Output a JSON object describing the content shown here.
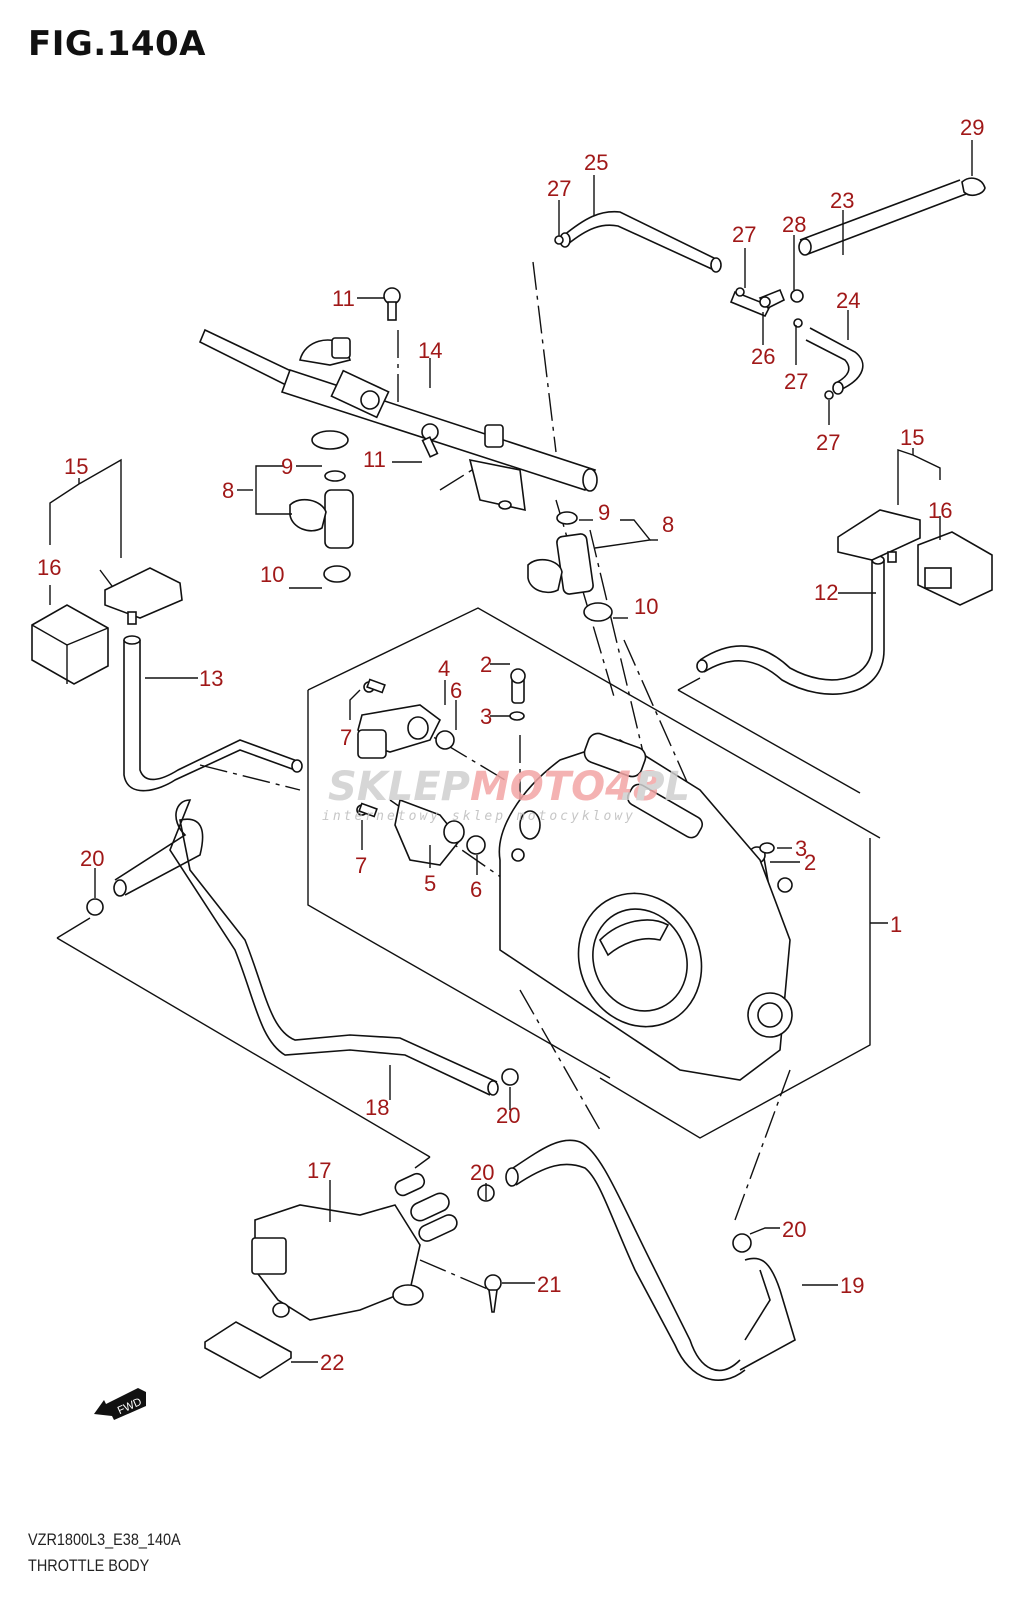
{
  "figure": {
    "title": "FIG.140A",
    "code": "VZR1800L3_E38_140A",
    "name": "THROTTLE BODY"
  },
  "colors": {
    "label": "#a01818",
    "line": "#111111",
    "watermark_grey": "#c8c8c8",
    "watermark_red": "#f2a0a0"
  },
  "watermark": {
    "text_grey": "SKLEP",
    "text_red": "MOTO48",
    "text_tail": ".PL",
    "subtitle": "internetowy sklep motocyklowy"
  },
  "direction_badge": {
    "icon": "fwd-arrow-icon",
    "text": "FWD"
  },
  "callouts": [
    {
      "id": "c1",
      "number": "1",
      "part": "throttle body assembly"
    },
    {
      "id": "c2a",
      "number": "2",
      "part": "screw"
    },
    {
      "id": "c2b",
      "number": "2",
      "part": "screw"
    },
    {
      "id": "c3a",
      "number": "3",
      "part": "o-ring"
    },
    {
      "id": "c3b",
      "number": "3",
      "part": "o-ring"
    },
    {
      "id": "c4",
      "number": "4",
      "part": "throttle position sensor"
    },
    {
      "id": "c5",
      "number": "5",
      "part": "sensor"
    },
    {
      "id": "c6a",
      "number": "6",
      "part": "o-ring"
    },
    {
      "id": "c6b",
      "number": "6",
      "part": "o-ring"
    },
    {
      "id": "c7a",
      "number": "7",
      "part": "screw"
    },
    {
      "id": "c7b",
      "number": "7",
      "part": "screw"
    },
    {
      "id": "c8a",
      "number": "8",
      "part": "fuel injector"
    },
    {
      "id": "c8b",
      "number": "8",
      "part": "fuel injector"
    },
    {
      "id": "c9a",
      "number": "9",
      "part": "o-ring"
    },
    {
      "id": "c9b",
      "number": "9",
      "part": "o-ring"
    },
    {
      "id": "c10a",
      "number": "10",
      "part": "cushion"
    },
    {
      "id": "c10b",
      "number": "10",
      "part": "cushion"
    },
    {
      "id": "c11a",
      "number": "11",
      "part": "screw"
    },
    {
      "id": "c11b",
      "number": "11",
      "part": "screw"
    },
    {
      "id": "c12",
      "number": "12",
      "part": "hose"
    },
    {
      "id": "c13",
      "number": "13",
      "part": "hose"
    },
    {
      "id": "c14",
      "number": "14",
      "part": "fuel delivery pipe"
    },
    {
      "id": "c15a",
      "number": "15",
      "part": "pressure sensor"
    },
    {
      "id": "c15b",
      "number": "15",
      "part": "pressure sensor"
    },
    {
      "id": "c16a",
      "number": "16",
      "part": "cover"
    },
    {
      "id": "c16b",
      "number": "16",
      "part": "cover"
    },
    {
      "id": "c17",
      "number": "17",
      "part": "valve"
    },
    {
      "id": "c18",
      "number": "18",
      "part": "hose"
    },
    {
      "id": "c19",
      "number": "19",
      "part": "hose"
    },
    {
      "id": "c20a",
      "number": "20",
      "part": "clamp"
    },
    {
      "id": "c20b",
      "number": "20",
      "part": "clamp"
    },
    {
      "id": "c20c",
      "number": "20",
      "part": "clamp"
    },
    {
      "id": "c20d",
      "number": "20",
      "part": "clamp"
    },
    {
      "id": "c21",
      "number": "21",
      "part": "screw"
    },
    {
      "id": "c22",
      "number": "22",
      "part": "cushion"
    },
    {
      "id": "c23",
      "number": "23",
      "part": "hose"
    },
    {
      "id": "c24",
      "number": "24",
      "part": "hose"
    },
    {
      "id": "c25",
      "number": "25",
      "part": "hose"
    },
    {
      "id": "c26",
      "number": "26",
      "part": "joint"
    },
    {
      "id": "c27a",
      "number": "27",
      "part": "clamp"
    },
    {
      "id": "c27b",
      "number": "27",
      "part": "clamp"
    },
    {
      "id": "c27c",
      "number": "27",
      "part": "clamp"
    },
    {
      "id": "c27d",
      "number": "27",
      "part": "clamp"
    },
    {
      "id": "c28",
      "number": "28",
      "part": "clamp"
    },
    {
      "id": "c29",
      "number": "29",
      "part": "clamp"
    }
  ]
}
